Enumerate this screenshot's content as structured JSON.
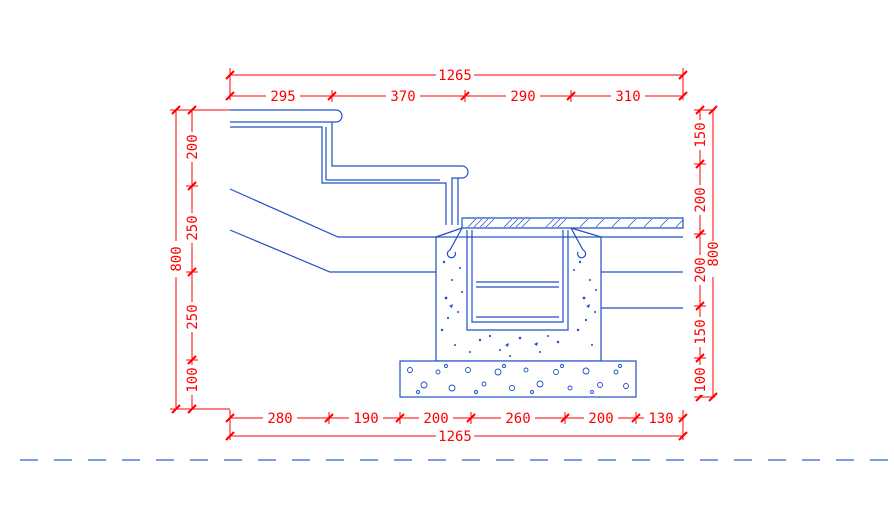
{
  "dims": {
    "top_total": "1265",
    "top_segments": [
      "295",
      "370",
      "290",
      "310"
    ],
    "bottom_segments": [
      "280",
      "190",
      "200",
      "260",
      "200",
      "130"
    ],
    "bottom_total": "1265",
    "left_total": "800",
    "left_segments": [
      "200",
      "250",
      "250",
      "100"
    ],
    "right_total": "800",
    "right_segments": [
      "150",
      "200",
      "200",
      "150",
      "100"
    ]
  },
  "colors": {
    "dimension": "#ff0000",
    "geometry": "#1e50c8",
    "centerline": "#2c63d8"
  }
}
